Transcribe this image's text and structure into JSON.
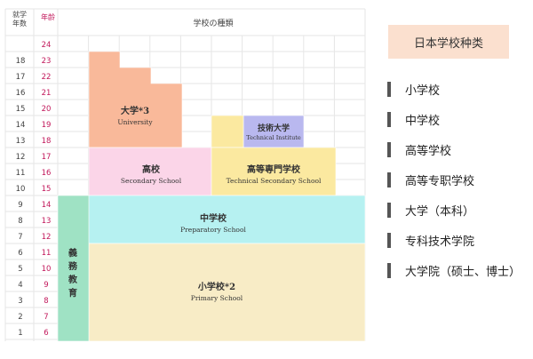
{
  "diagram": {
    "header": {
      "school_year": "就学\n年数",
      "age": "年龄",
      "title": "学校の種類"
    },
    "rows": [
      {
        "year": "",
        "age": "24"
      },
      {
        "year": "18",
        "age": "23"
      },
      {
        "year": "17",
        "age": "22"
      },
      {
        "year": "16",
        "age": "21"
      },
      {
        "year": "15",
        "age": "20"
      },
      {
        "year": "14",
        "age": "19"
      },
      {
        "year": "13",
        "age": "18"
      },
      {
        "year": "12",
        "age": "17"
      },
      {
        "year": "11",
        "age": "16"
      },
      {
        "year": "10",
        "age": "15"
      },
      {
        "year": "9",
        "age": "14"
      },
      {
        "year": "8",
        "age": "13"
      },
      {
        "year": "7",
        "age": "12"
      },
      {
        "year": "6",
        "age": "11"
      },
      {
        "year": "5",
        "age": "10"
      },
      {
        "year": "4",
        "age": "9"
      },
      {
        "year": "3",
        "age": "8"
      },
      {
        "year": "2",
        "age": "7"
      },
      {
        "year": "1",
        "age": "6"
      }
    ],
    "blocks": {
      "university": {
        "jp": "大学*3",
        "en": "University"
      },
      "technical_institute": {
        "jp": "技術大学",
        "en": "Technical Institute"
      },
      "high_school": {
        "jp": "高校",
        "en": "Secondary School"
      },
      "technical_secondary": {
        "jp": "高等専門学校",
        "en": "Technical Secondary School"
      },
      "junior_high": {
        "jp": "中学校",
        "en": "Preparatory School"
      },
      "elementary": {
        "jp": "小学校*2",
        "en": "Primary School"
      },
      "compulsory": {
        "jp": "義務教育"
      }
    },
    "colors": {
      "university": "#f9b99a",
      "technical_institute": "#b9b8ef",
      "high_school": "#fbd5e8",
      "technical_secondary": "#fbe9a0",
      "junior_high": "#b6f1f1",
      "elementary": "#f8ecc6",
      "compulsory": "#9fe2c4",
      "age_text": "#c2185b",
      "grid": "#e6e6e6"
    }
  },
  "side_panel": {
    "title": "日本学校种类",
    "items": [
      "小学校",
      "中学校",
      "高等学校",
      "高等专职学校",
      "大学（本科）",
      "专科技术学院",
      "大学院（硕士、博士）"
    ]
  }
}
